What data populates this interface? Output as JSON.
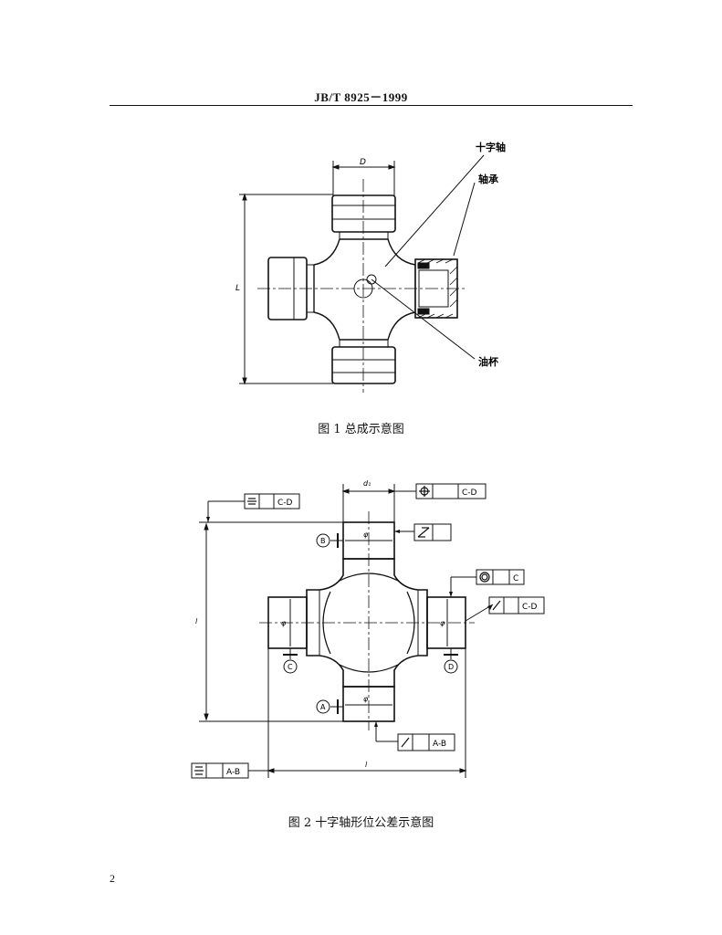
{
  "header": {
    "standard_code": "JB/T  8925－1999"
  },
  "figure1": {
    "caption": "图 1   总成示意图",
    "labels": {
      "spider": "十字轴",
      "bearing": "轴承",
      "grease_cup": "油杯",
      "dim_D": "D",
      "dim_L": "L"
    }
  },
  "figure2": {
    "caption": "图 2   十字轴形位公差示意图",
    "datums": {
      "A": "A",
      "B": "B",
      "C": "C",
      "D": "D"
    },
    "dims": {
      "d1": "d₁",
      "l_vertical": "l",
      "l_horizontal": "l",
      "phi": "φ"
    },
    "fcf": {
      "sym_top_left": {
        "ref": "C-D"
      },
      "pos_top": {
        "ref": "C-D"
      },
      "round_right": {
        "ref": "C"
      },
      "runout_right": {
        "ref": "C-D"
      },
      "runout_bottom": {
        "ref": "A-B"
      },
      "sym_bottom_left": {
        "ref": "A-B"
      }
    }
  },
  "page": {
    "number": "2"
  }
}
